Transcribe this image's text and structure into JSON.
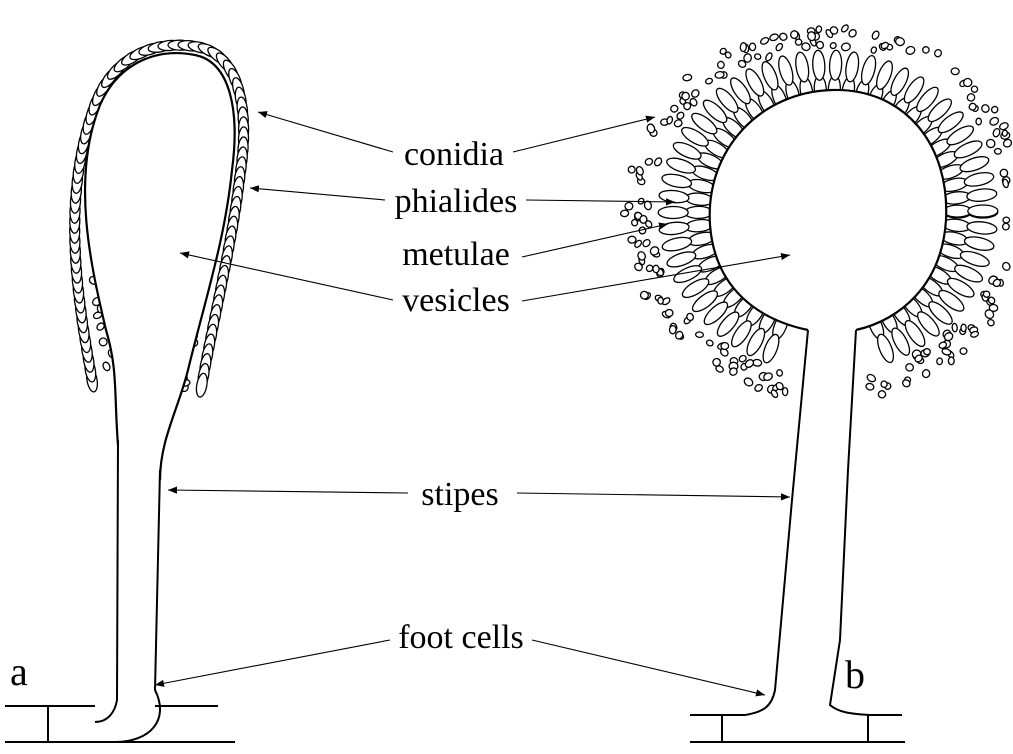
{
  "labels": {
    "conidia": "conidia",
    "phialides": "phialides",
    "metulae": "metulae",
    "vesicles": "vesicles",
    "stipes": "stipes",
    "foot_cells": "foot cells"
  },
  "panels": {
    "a": "a",
    "b": "b"
  },
  "colors": {
    "ink": "#000000",
    "background": "#ffffff"
  }
}
